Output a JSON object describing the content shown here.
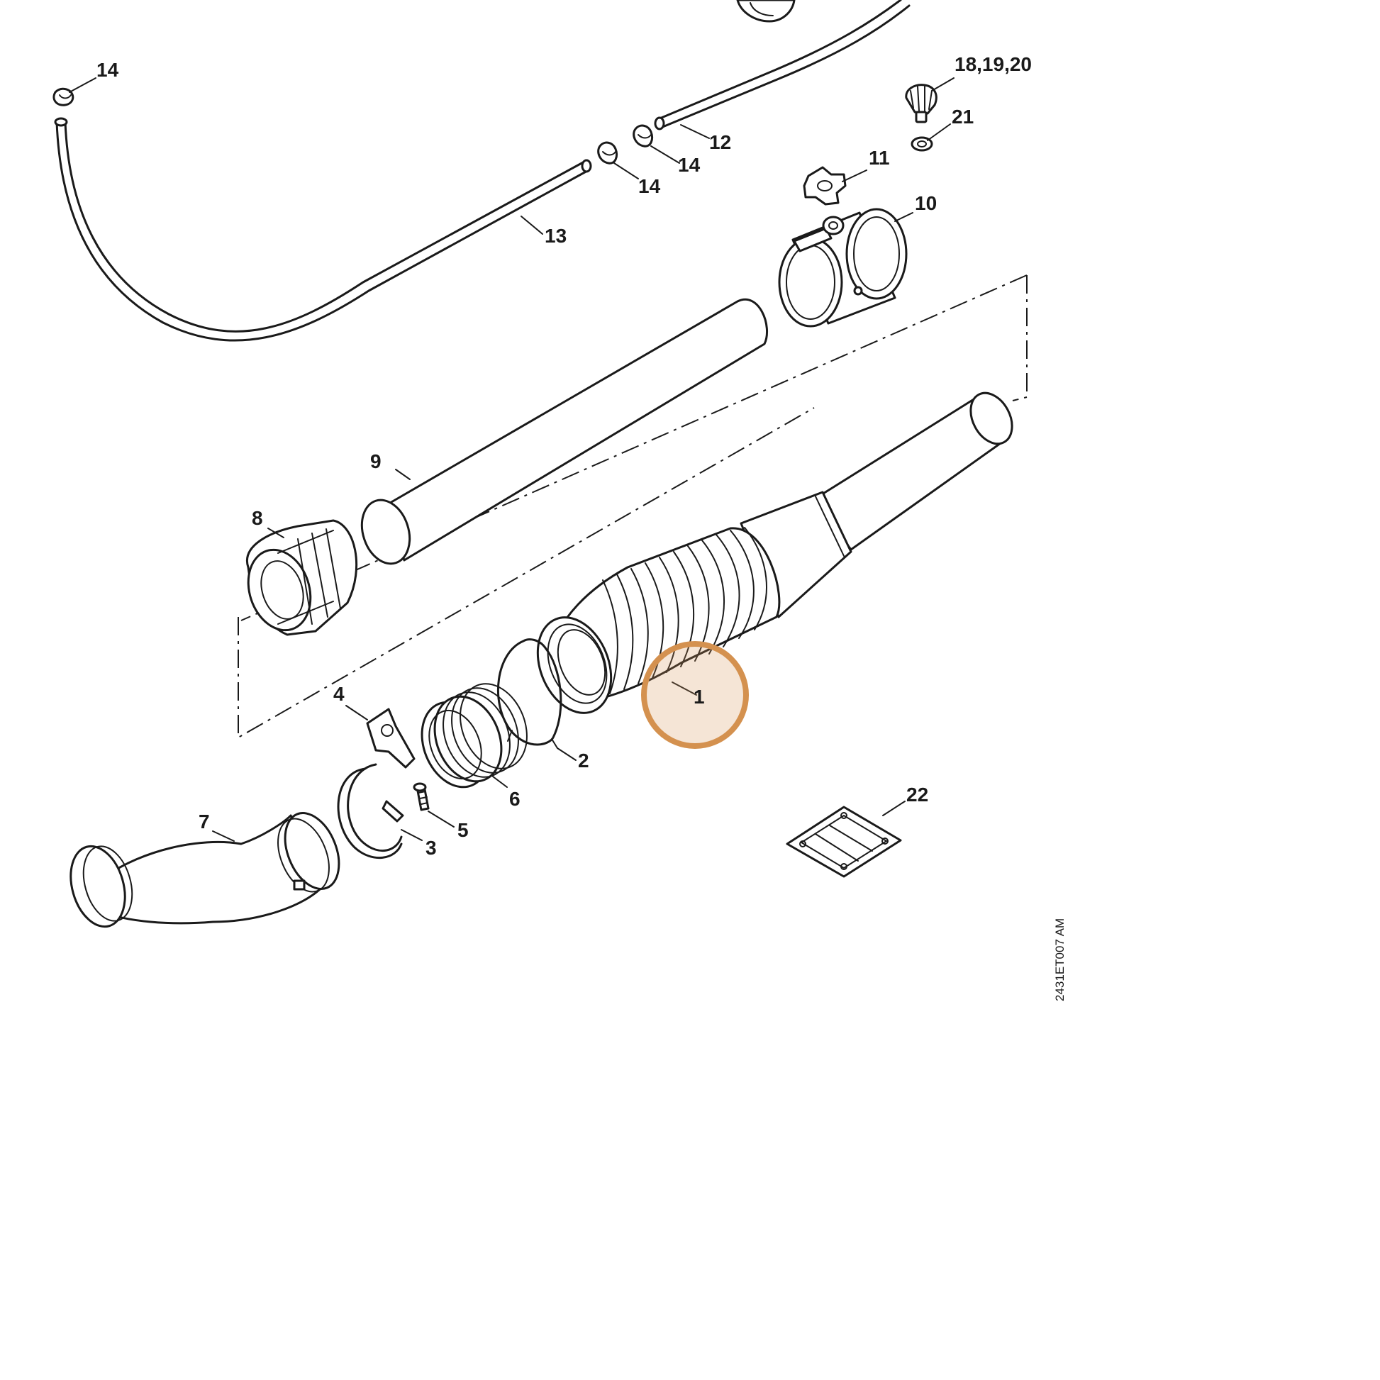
{
  "labels": {
    "p1": "1",
    "p2": "2",
    "p3": "3",
    "p4": "4",
    "p5": "5",
    "p6": "6",
    "p7": "7",
    "p8": "8",
    "p9": "9",
    "p10": "10",
    "p11": "11",
    "p12": "12",
    "p13": "13",
    "p14a": "14",
    "p14b": "14",
    "p14c": "14",
    "p18": "18,19,20",
    "p21": "21",
    "p22": "22"
  },
  "drawing_ref": "2431ET007 AM",
  "highlight": {
    "part": "1",
    "color": "#d4914f"
  }
}
